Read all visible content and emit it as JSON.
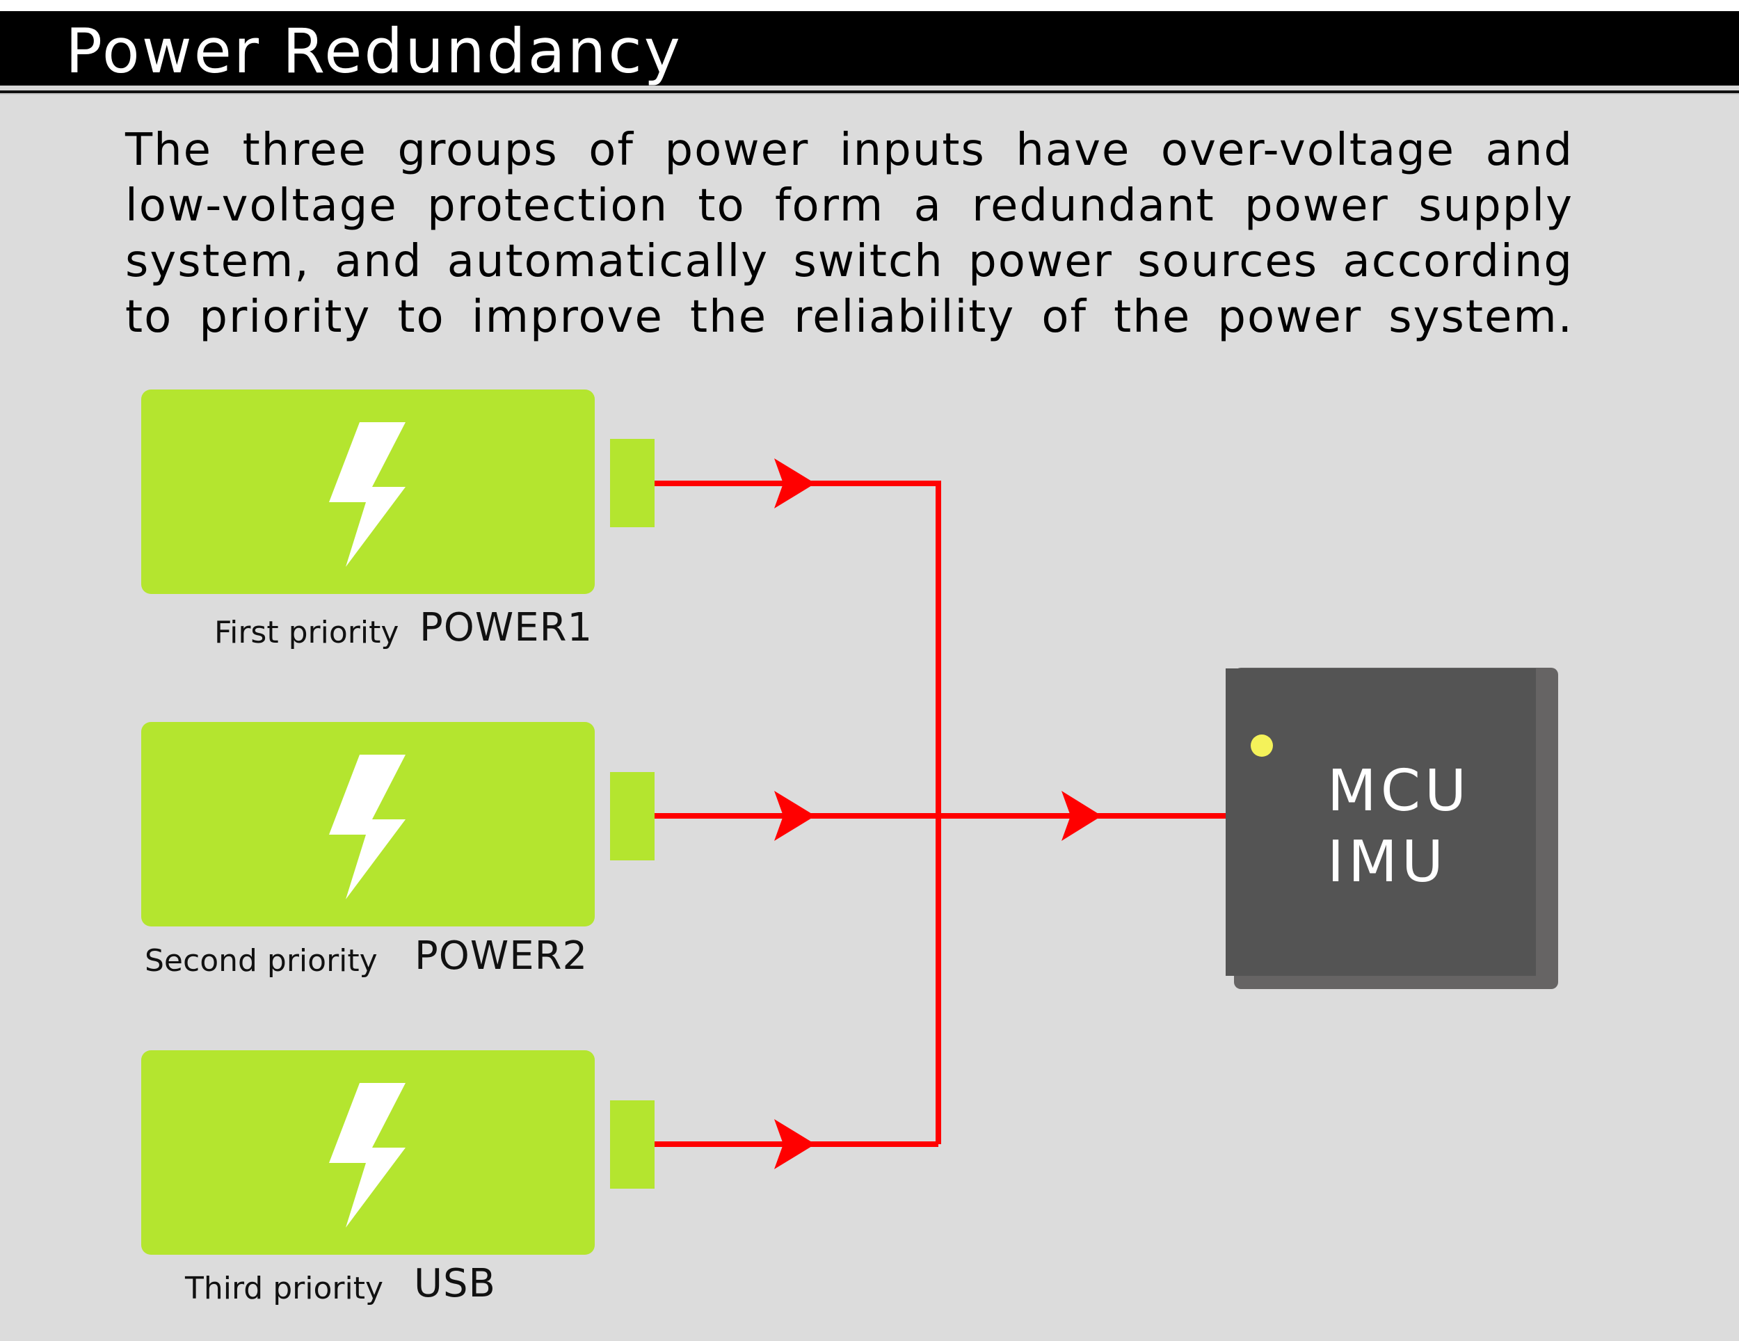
{
  "header": {
    "title": "Power Redundancy"
  },
  "description": {
    "lines": [
      "The three groups of power inputs have over-voltage and",
      "low-voltage protection to form a redundant power supply",
      "system, and automatically switch power sources according",
      "to priority to improve the reliability of the power system."
    ]
  },
  "colors": {
    "battery": "#b4e52f",
    "wire": "#ff0000",
    "chip": "#545454",
    "chip_shadow": "#666464",
    "chip_indicator": "#f4f25a",
    "background": "#dcdcdc",
    "title_bar": "#000000"
  },
  "power_sources": [
    {
      "priority_label": "First priority",
      "name": "POWER1",
      "icon": "lightning-bolt-icon"
    },
    {
      "priority_label": "Second priority",
      "name": "POWER2",
      "icon": "lightning-bolt-icon"
    },
    {
      "priority_label": "Third priority",
      "name": "USB",
      "icon": "lightning-bolt-icon"
    }
  ],
  "target": {
    "lines": [
      "MCU",
      "IMU"
    ]
  }
}
